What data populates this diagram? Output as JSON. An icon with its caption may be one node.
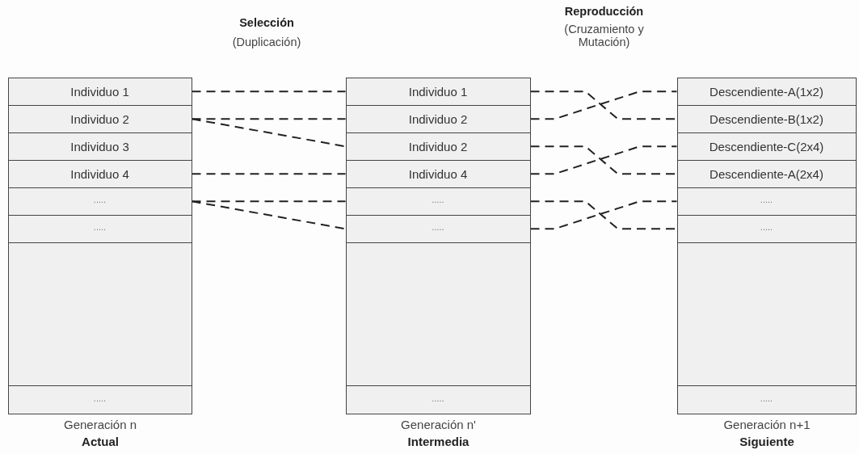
{
  "diagram": {
    "nodes": [
      {
        "text": [
          "Generación n",
          "Actual"
        ]
      },
      {
        "text": [
          "Individuo 1"
        ],
        "in": 0
      },
      {
        "text": [
          "Individuo 2"
        ],
        "in": 0
      },
      {
        "text": [
          "Individuo 3"
        ],
        "in": 0
      },
      {
        "text": [
          "Individuo 4"
        ],
        "in": 0
      },
      {
        "text": [
          "....."
        ],
        "in": 0
      },
      {
        "text": [
          "....."
        ],
        "in": 0
      },
      {
        "text": [
          "....."
        ],
        "in": 0
      },
      {
        "text": [
          "Generación n'",
          "Intermedia"
        ]
      },
      {
        "text": [
          "Individuo 1"
        ],
        "in": 8
      },
      {
        "text": [
          "Individuo 2"
        ],
        "in": 8
      },
      {
        "text": [
          "Individuo 2"
        ],
        "in": 8
      },
      {
        "text": [
          "Individuo 4"
        ],
        "in": 8
      },
      {
        "text": [
          "....."
        ],
        "in": 8
      },
      {
        "text": [
          "....."
        ],
        "in": 8
      },
      {
        "text": [
          "....."
        ],
        "in": 8
      },
      {
        "text": [
          "Generación n+1",
          "Siguiente"
        ]
      },
      {
        "text": [
          "Descendiente-A(1x2)"
        ],
        "in": 16
      },
      {
        "text": [
          "Descendiente-B(1x2)"
        ],
        "in": 16
      },
      {
        "text": [
          "Descendiente-C(2x4)"
        ],
        "in": 16
      },
      {
        "text": [
          "Descendiente-A(2x4)"
        ],
        "in": 16
      },
      {
        "text": [
          "....."
        ],
        "in": 16
      },
      {
        "text": [
          "....."
        ],
        "in": 16
      },
      {
        "text": [
          "....."
        ],
        "in": 16
      }
    ],
    "edges": [
      {
        "from": 1,
        "to": 9,
        "arrow": "none",
        "style": "dashed"
      },
      {
        "from": 2,
        "to": 10,
        "arrow": "none",
        "style": "dashed"
      },
      {
        "from": 2,
        "to": 11,
        "arrow": "none",
        "style": "dashed"
      },
      {
        "from": 4,
        "to": 12,
        "arrow": "none",
        "style": "dashed"
      },
      {
        "from": 5,
        "to": 13,
        "arrow": "none",
        "style": "dashed"
      },
      {
        "from": 5,
        "to": 14,
        "arrow": "none",
        "style": "dashed"
      },
      {
        "from": 9,
        "to": 18,
        "arrow": "none",
        "style": "dashed"
      },
      {
        "from": 10,
        "to": 17,
        "arrow": "none",
        "style": "dashed"
      },
      {
        "from": 11,
        "to": 20,
        "arrow": "none",
        "style": "dashed"
      },
      {
        "from": 12,
        "to": 19,
        "arrow": "none",
        "style": "dashed"
      },
      {
        "from": 13,
        "to": 22,
        "arrow": "none",
        "style": "dashed"
      },
      {
        "from": 14,
        "to": 21,
        "arrow": "none",
        "style": "dashed"
      }
    ],
    "labels": [
      "Selección",
      "(Duplicación)",
      "Reproducción",
      "(Cruzamiento y Mutación)"
    ]
  }
}
